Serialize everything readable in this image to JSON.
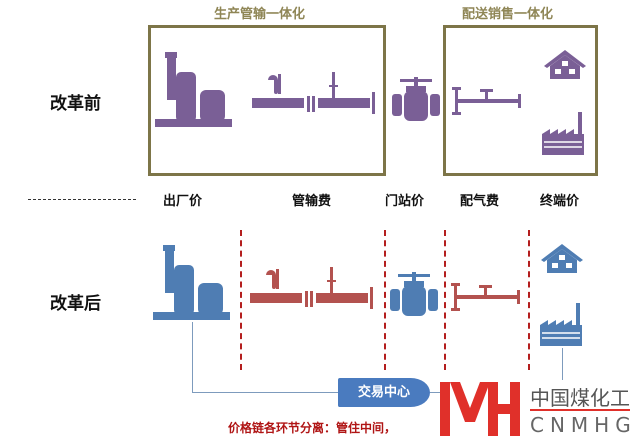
{
  "groups": {
    "production_transport": "生产管输一体化",
    "distribution_sales": "配送销售一体化"
  },
  "rows": {
    "before": "改革前",
    "after": "改革后"
  },
  "price_labels": [
    "出厂价",
    "管输费",
    "门站价",
    "配气费",
    "终端价"
  ],
  "trading_center": "交易中心",
  "caption": "价格链各环节分离：管住中间，",
  "logo": {
    "mark": "MH",
    "cn": "中国煤化工",
    "en": "CNMHG"
  },
  "colors": {
    "before": "#7a5f96",
    "after_blue": "#4f7db3",
    "after_red": "#b3524f",
    "frame": "#7d7548",
    "divider": "#b41e1e"
  }
}
